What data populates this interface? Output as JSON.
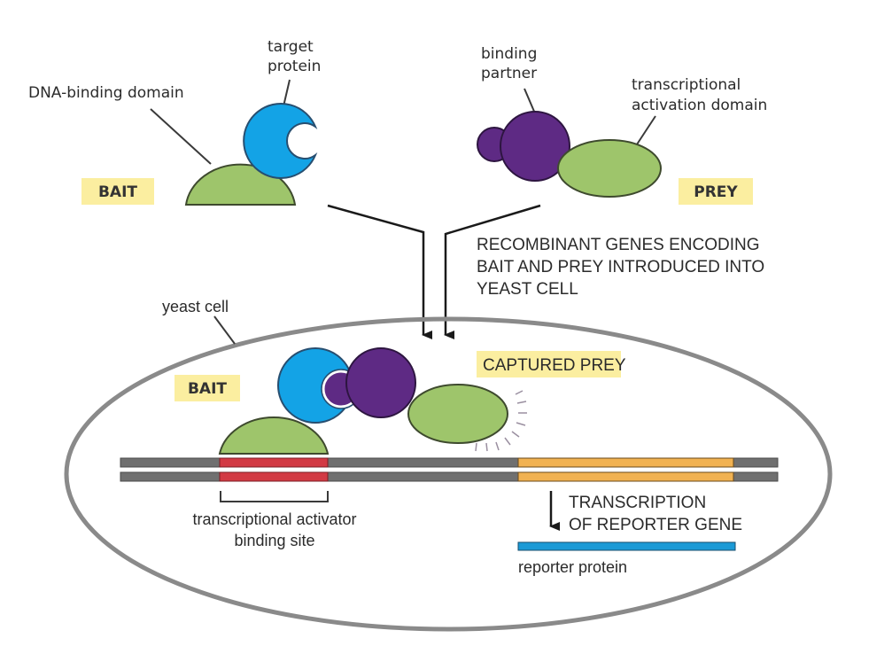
{
  "title": "Yeast two-hybrid system",
  "colors": {
    "dna_binding_domain": "#9ec56b",
    "target_protein": "#13a3e6",
    "binding_partner": "#5e2a84",
    "activation_domain": "#9ec56b",
    "label_highlight": "#fbeea0",
    "dna_strand": "#707070",
    "activator_binding_site": "#d23a44",
    "reporter_gene": "#f1b252",
    "reporter_protein": "#1b9ad6",
    "cell_membrane": "#8a8a8a"
  },
  "labels": {
    "target_protein": [
      "target",
      "protein"
    ],
    "dna_binding_domain": "DNA-binding domain",
    "bait_top": "BAIT",
    "binding_partner": [
      "binding",
      "partner"
    ],
    "activation_domain": [
      "transcriptional",
      "activation domain"
    ],
    "prey_top": "PREY",
    "step_text": [
      "RECOMBINANT GENES ENCODING",
      "BAIT AND PREY INTRODUCED INTO",
      "YEAST CELL"
    ],
    "yeast_cell": "yeast cell",
    "bait_bottom": "BAIT",
    "captured_prey": "CAPTURED PREY",
    "activator_site": [
      "transcriptional activator",
      "binding site"
    ],
    "transcription": [
      "TRANSCRIPTION",
      "OF REPORTER GENE"
    ],
    "reporter_protein": "reporter protein"
  }
}
